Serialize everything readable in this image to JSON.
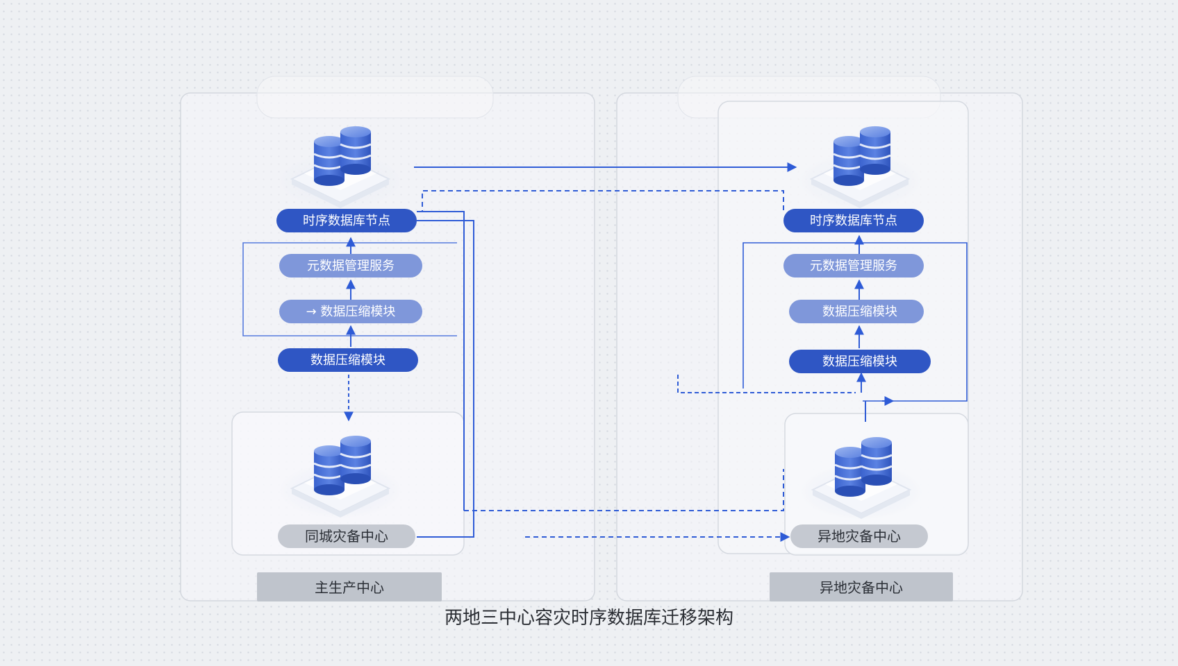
{
  "caption": "两地三中心容灾时序数据库迁移架构",
  "colors": {
    "primary": "#2f56c4",
    "secondary": "#7f97da",
    "gray_pill": "#c5c9d1",
    "arrow": "#2e5bd6",
    "panel_label_bg": "#bfc4cc"
  },
  "left_center": {
    "label": "主生产中心",
    "nodes": {
      "tsdb": "时序数据库节点",
      "metadata": "元数据管理服务",
      "compress_upper": "→ 数据压缩模块",
      "compress_lower": "数据压缩模块"
    },
    "backup": {
      "label": "同城灾备中心",
      "icon": "database-cluster-icon"
    },
    "icon": "database-cluster-icon"
  },
  "right_center": {
    "label": "异地灾备中心",
    "nodes": {
      "tsdb": "时序数据库节点",
      "metadata": "元数据管理服务",
      "compress_upper": "数据压缩模块",
      "compress_lower": "数据压缩模块"
    },
    "backup": {
      "label": "异地灾备中心",
      "icon": "database-cluster-icon"
    },
    "icon": "database-cluster-icon"
  }
}
